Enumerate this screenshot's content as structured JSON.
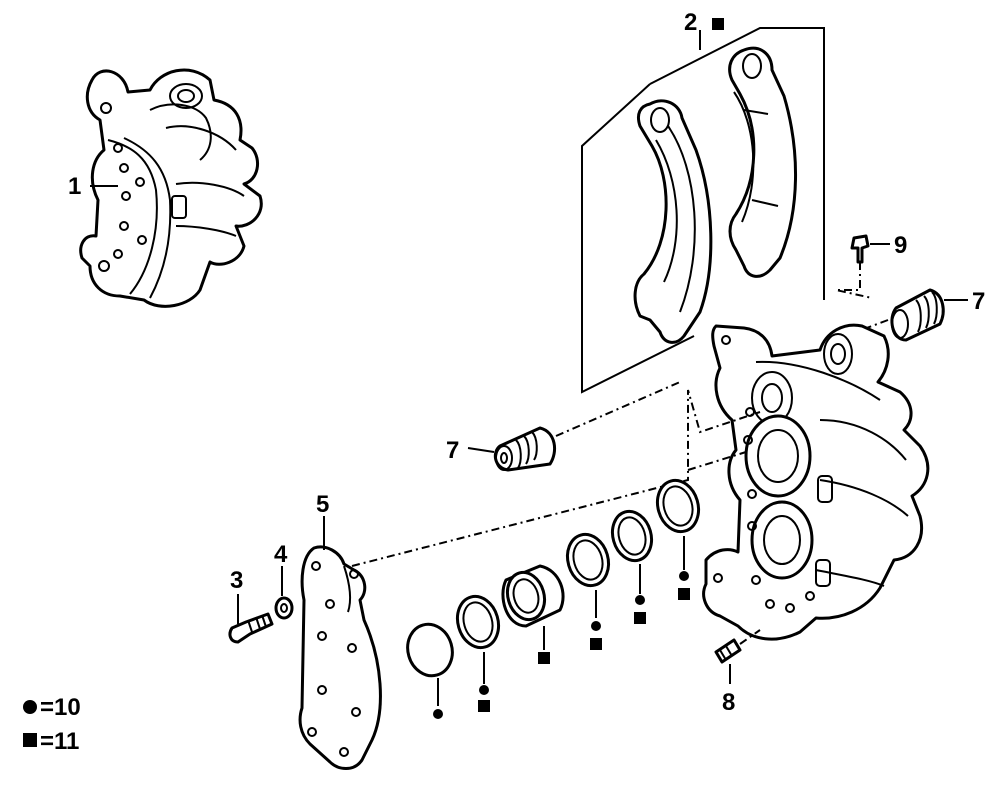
{
  "callouts": {
    "caliper_assembly": "1",
    "brake_pad_set": "2",
    "bleeder_screw": "3",
    "washer": "4",
    "caliper_half_plate": "5",
    "pad_pin_left": "7",
    "pad_pin_right": "7",
    "caliper_bolt": "8",
    "retaining_clip": "9"
  },
  "legend": {
    "circle_value": "=10",
    "square_value": "=11"
  }
}
